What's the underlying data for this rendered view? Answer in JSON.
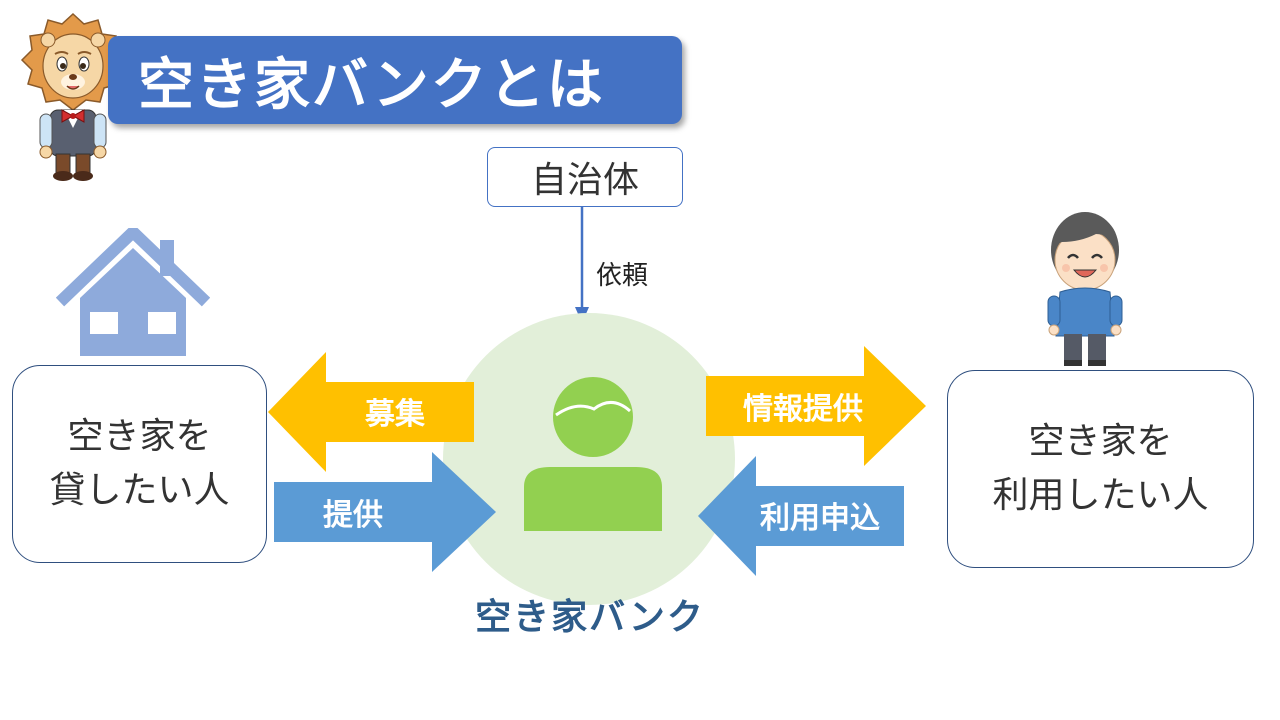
{
  "title": "空き家バンクとは",
  "municipality": "自治体",
  "request_label": "依頼",
  "bank_label": "空き家バンク",
  "lender": {
    "line1": "空き家を",
    "line2": "貸したい人"
  },
  "user": {
    "line1": "空き家を",
    "line2": "利用したい人"
  },
  "arrows": {
    "recruit": "募集",
    "provide": "提供",
    "info": "情報提供",
    "apply": "利用申込"
  },
  "colors": {
    "title_bg": "#4472c4",
    "yellow_arrow": "#ffc000",
    "blue_arrow": "#5b9bd5",
    "bank_circle": "#e2efd9",
    "person_icon": "#92d050",
    "house_icon": "#8eaadb"
  },
  "icons": [
    "lion-mascot-icon",
    "house-icon",
    "person-icon",
    "boy-character-icon"
  ]
}
